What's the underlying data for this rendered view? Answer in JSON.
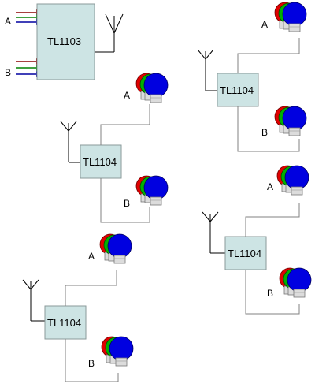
{
  "transmitter": {
    "label": "TL1103",
    "input_a_label": "A",
    "input_b_label": "B",
    "arrow_colors": [
      "#8b0000",
      "#008000",
      "#0000a0"
    ]
  },
  "receivers": [
    {
      "label": "TL1104",
      "output_a_label": "A",
      "output_b_label": "B"
    },
    {
      "label": "TL1104",
      "output_a_label": "A",
      "output_b_label": "B"
    },
    {
      "label": "TL1104",
      "output_a_label": "A",
      "output_b_label": "B"
    },
    {
      "label": "TL1104",
      "output_a_label": "A",
      "output_b_label": "B"
    }
  ],
  "bulb_colors": [
    "#e00000",
    "#00b000",
    "#0000e0"
  ]
}
